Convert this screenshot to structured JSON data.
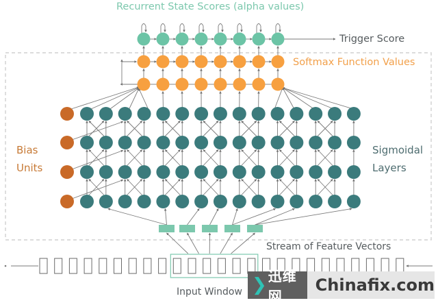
{
  "labels": {
    "recurrent_title": "Recurrent State Scores (alpha values)",
    "trigger_score": "Trigger Score",
    "softmax": "Softmax Function Values",
    "bias_line1": "Bias",
    "bias_line2": "Units",
    "sigmoid_line1": "Sigmoidal",
    "sigmoid_line2": "Layers",
    "stream": "Stream of Feature Vectors",
    "input_window": "Input Window"
  },
  "watermark": {
    "chevron": "❯",
    "cn_text": "迅维网",
    "en_text": "Chinafix.com"
  },
  "network": {
    "recurrent_nodes": 8,
    "softmax_nodes": 8,
    "softmax_hidden_nodes": 8,
    "bias_units": 4,
    "sigmoid_layers": 4,
    "sigmoid_units_per_layer": 15,
    "feature_vectors": 5,
    "stream_frames": 25,
    "input_window_frames": 6
  },
  "colors": {
    "teal_light": "#6cc4a6",
    "orange": "#f7a040",
    "bias": "#c96a28",
    "teal_dark": "#3b7b7c",
    "feature": "#7cc8ad",
    "line": "#7a7a7a",
    "dashed": "#c8c8c8",
    "frame": "#6a6a6a",
    "window": "#7cc8ad"
  }
}
